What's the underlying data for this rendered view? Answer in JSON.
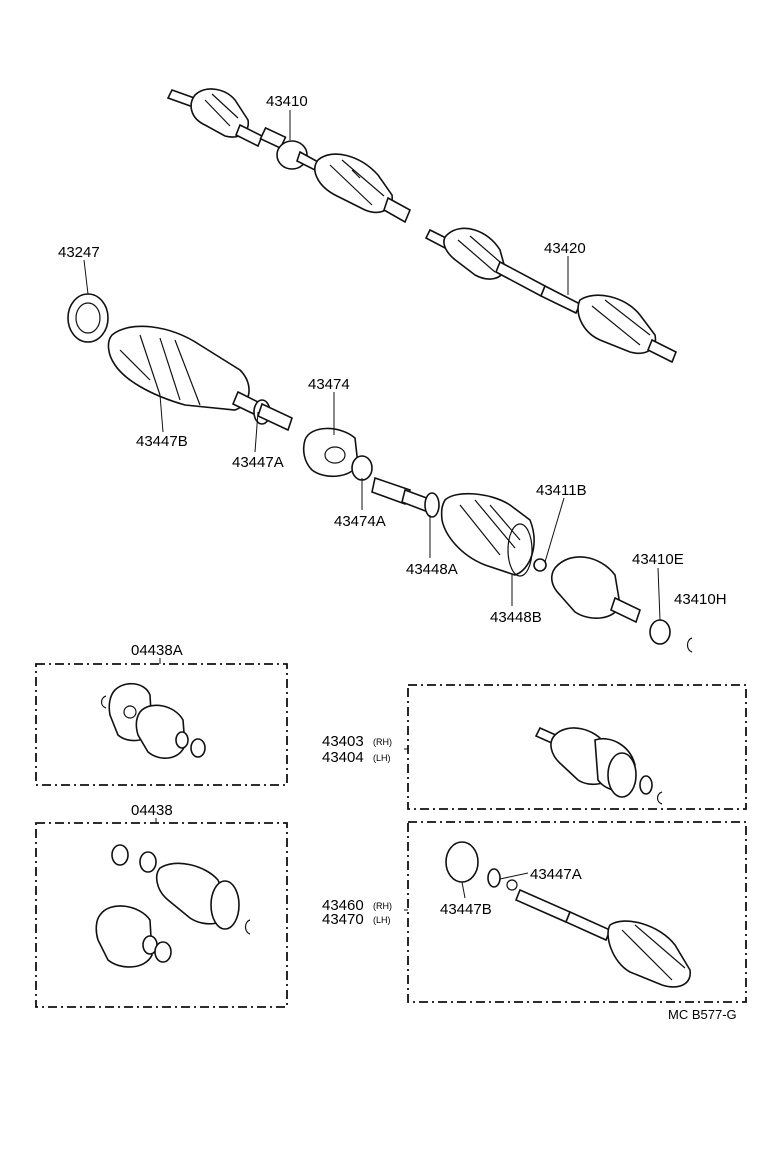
{
  "diagram": {
    "labels": {
      "p43410": "43410",
      "p43420": "43420",
      "p43247": "43247",
      "p43447b": "43447B",
      "p43447a": "43447A",
      "p43474": "43474",
      "p43474a": "43474A",
      "p43448a": "43448A",
      "p43448b": "43448B",
      "p43411b": "43411B",
      "p43410e": "43410E",
      "p43410h": "43410H",
      "p04438a": "04438A",
      "p04438": "04438",
      "p43403": "43403",
      "p43404": "43404",
      "p43460": "43460",
      "p43470": "43470",
      "p43447a_kit": "43447A",
      "p43447b_kit": "43447B"
    },
    "sides": {
      "rh": "(RH)",
      "lh": "(LH)"
    },
    "drawing_code": "MC  B577-G"
  }
}
